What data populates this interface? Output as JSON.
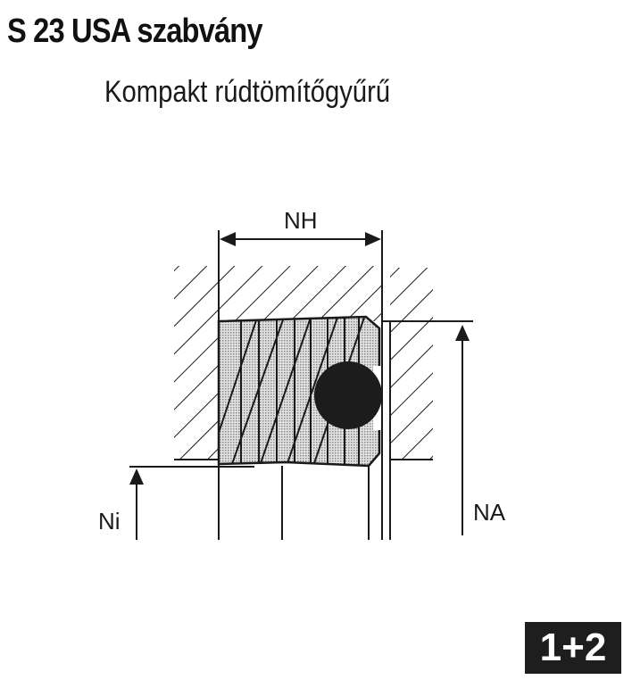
{
  "header": {
    "title": "S 23 USA szabvány",
    "subtitle": "Kompakt rúdtömítőgyűrű"
  },
  "diagram": {
    "labels": {
      "nh": "NH",
      "ni": "Ni",
      "na": "NA"
    },
    "colors": {
      "line": "#1a1a1a",
      "seal_fill": "#cfcfcf",
      "oring": "#1c1c1c"
    }
  },
  "badge": {
    "label": "1+2"
  }
}
